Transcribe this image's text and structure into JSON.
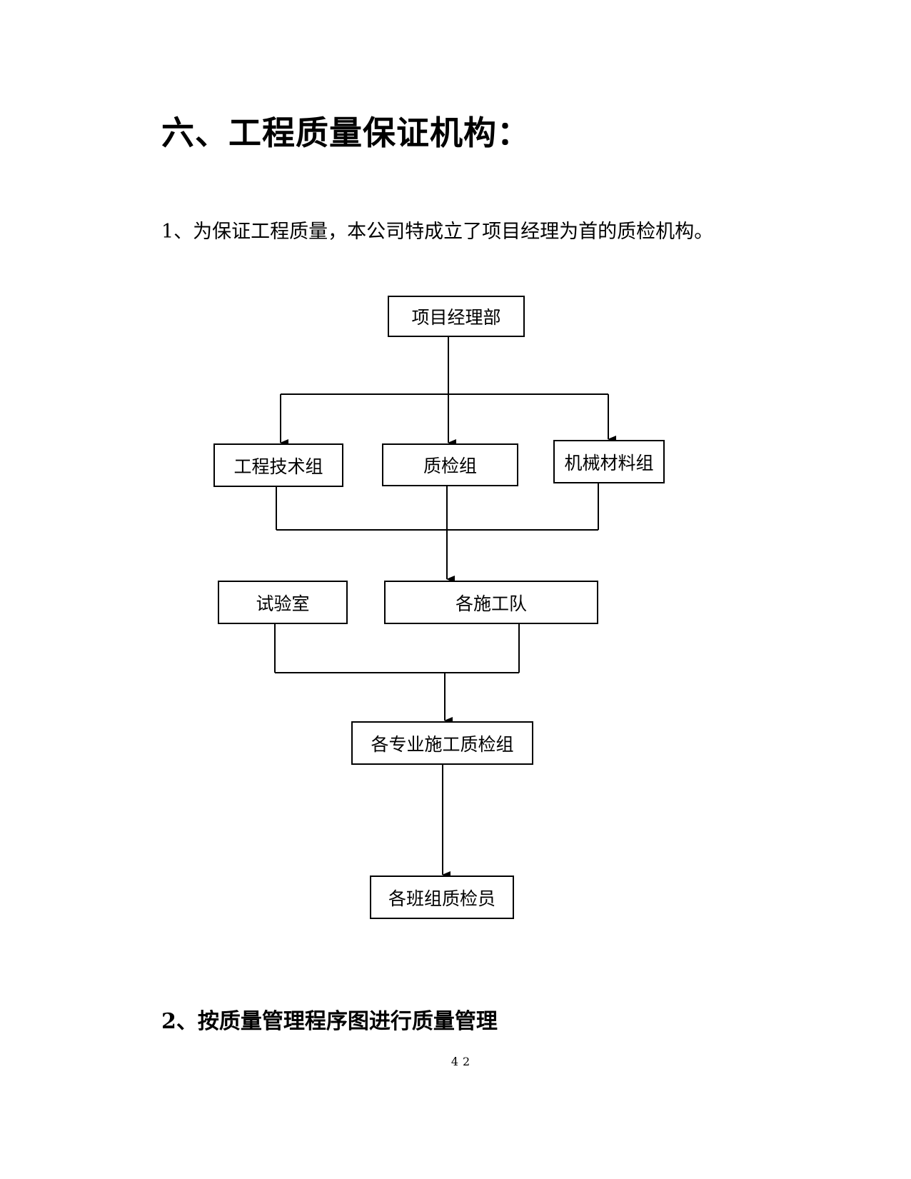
{
  "heading": "六、工程质量保证机构：",
  "paragraph": "1、为保证工程质量，本公司特成立了项目经理为首的质检机构。",
  "org_chart": {
    "top": "项目经理部",
    "level2": [
      "工程技术组",
      "质检组",
      "机械材料组"
    ],
    "lab": "试验室",
    "teams": "各施工队",
    "specialty_qc": "各专业施工质检组",
    "crew_inspectors": "各班组质检员"
  },
  "subheading": "2、按质量管理程序图进行质量管理",
  "page_number": "42"
}
